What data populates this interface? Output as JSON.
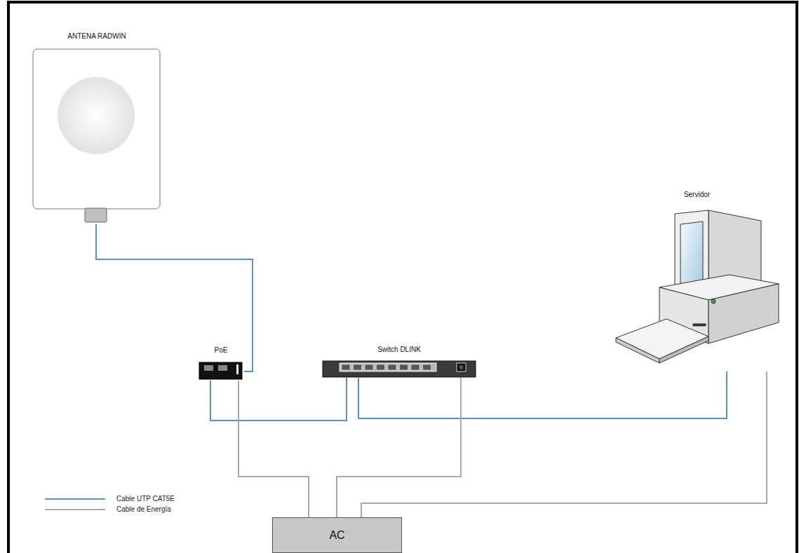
{
  "diagram": {
    "nodes": [
      {
        "text": [
          "ANTENA RADWIN"
        ]
      },
      {
        "text": [
          "PoE"
        ]
      },
      {
        "text": [
          "Switch DLINK"
        ]
      },
      {
        "text": [
          "Servidor"
        ]
      },
      {
        "text": [
          "AC"
        ]
      }
    ],
    "edges": [
      {
        "from": 0,
        "to": 1,
        "arrow": "none"
      },
      {
        "from": 1,
        "to": 2,
        "arrow": "none"
      },
      {
        "from": 2,
        "to": 3,
        "arrow": "none"
      },
      {
        "from": 1,
        "to": 4,
        "arrow": "none"
      },
      {
        "from": 2,
        "to": 4,
        "arrow": "none"
      },
      {
        "from": 3,
        "to": 4,
        "arrow": "none"
      }
    ],
    "legend": [
      {
        "text": "Cable UTP CAT5E"
      },
      {
        "text": "Cable de Energía"
      }
    ]
  }
}
